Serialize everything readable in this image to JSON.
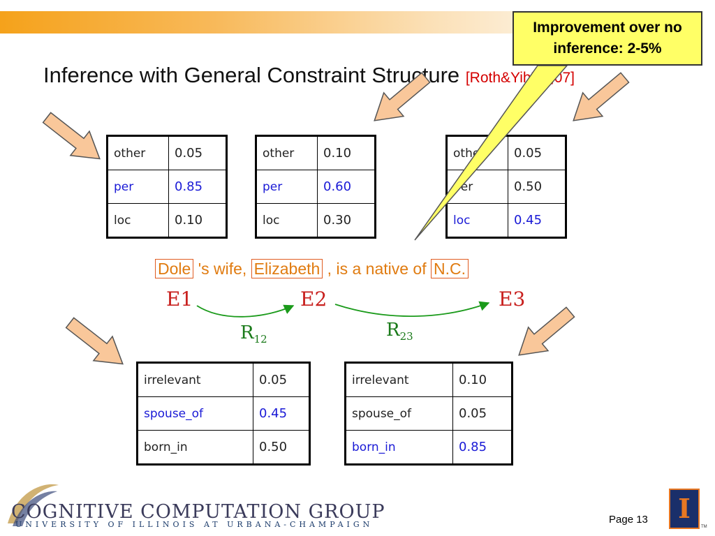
{
  "slide": {
    "title": "Inference with General Constraint Structure",
    "citation": "[Roth&Yih'04,07]",
    "callout": "Improvement over no inference: 2-5%",
    "page_label": "Page 13"
  },
  "sentence": {
    "e1": "Dole",
    "t1": " 's wife, ",
    "e2": "Elizabeth",
    "t2": " , is a native of ",
    "e3": "N.C."
  },
  "entities": {
    "e1": "E1",
    "e2": "E2",
    "e3": "E3"
  },
  "relations": {
    "r12": {
      "base": "R",
      "sub": "12"
    },
    "r23": {
      "base": "R",
      "sub": "23"
    }
  },
  "entity_tables": [
    {
      "rows": [
        {
          "label": "other",
          "value": "0.05"
        },
        {
          "label": "per",
          "value": "0.85",
          "highlight": true
        },
        {
          "label": "loc",
          "value": "0.10"
        }
      ]
    },
    {
      "rows": [
        {
          "label": "other",
          "value": "0.10"
        },
        {
          "label": "per",
          "value": "0.60",
          "highlight": true
        },
        {
          "label": "loc",
          "value": "0.30"
        }
      ]
    },
    {
      "rows": [
        {
          "label": "other",
          "value": "0.05"
        },
        {
          "label": "per",
          "value": "0.50"
        },
        {
          "label": "loc",
          "value": "0.45",
          "highlight": true
        }
      ]
    }
  ],
  "relation_tables": [
    {
      "rows": [
        {
          "label": "irrelevant",
          "value": "0.05"
        },
        {
          "label": "spouse_of",
          "value": "0.45",
          "highlight": true
        },
        {
          "label": "born_in",
          "value": "0.50"
        }
      ]
    },
    {
      "rows": [
        {
          "label": "irrelevant",
          "value": "0.10"
        },
        {
          "label": "spouse_of",
          "value": "0.05"
        },
        {
          "label": "born_in",
          "value": "0.85",
          "highlight": true
        }
      ]
    }
  ],
  "logo": {
    "line1": "COGNITIVE COMPUTATION GROUP",
    "line2": "UNIVERSITY OF ILLINOIS AT URBANA-CHAMPAIGN",
    "mark": "I",
    "tm": "TM"
  },
  "colors": {
    "arrow_fill": "#f9c79a",
    "callout_fill": "#ffff66",
    "highlight_text": "#1a1ad6",
    "entity_name": "#c8201e",
    "relation_name": "#1a7a1a",
    "sentence_text": "#e07b10"
  }
}
